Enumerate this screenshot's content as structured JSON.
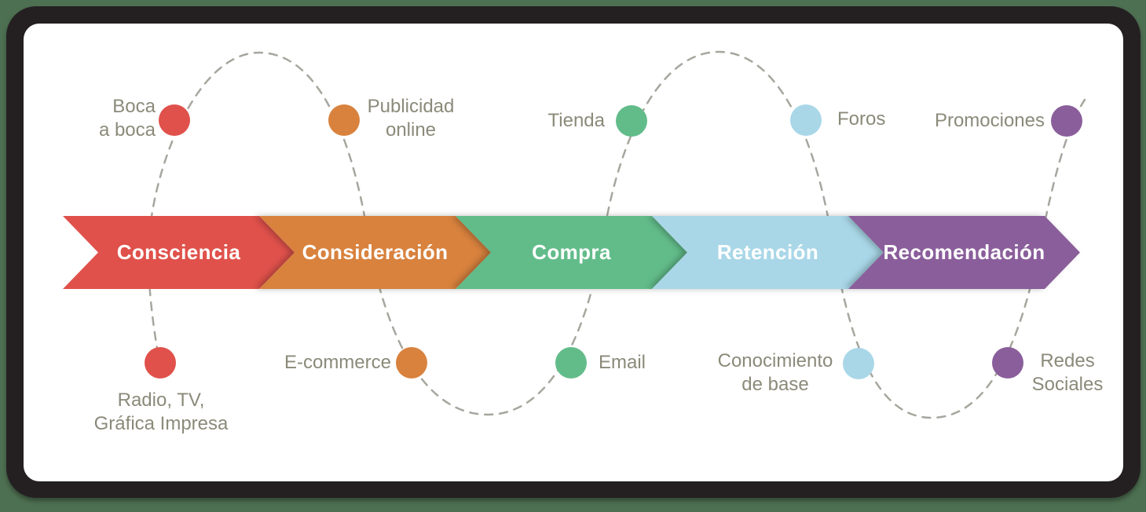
{
  "diagram_type": "customer-journey-map",
  "stages": [
    {
      "label": "Consciencia",
      "color": "#e0514b"
    },
    {
      "label": "Consideración",
      "color": "#d8823e"
    },
    {
      "label": "Compra",
      "color": "#62bc8a"
    },
    {
      "label": "Retención",
      "color": "#a9d7e8"
    },
    {
      "label": "Recomendación",
      "color": "#8a5e9b"
    }
  ],
  "touchpoints": [
    {
      "stage": "Consciencia",
      "position": "top",
      "lines": [
        "Boca",
        "a boca"
      ],
      "color": "#e0514b"
    },
    {
      "stage": "Consideración",
      "position": "top",
      "lines": [
        "Publicidad",
        "online"
      ],
      "color": "#d8823e"
    },
    {
      "stage": "Compra",
      "position": "top",
      "lines": [
        "Tienda"
      ],
      "color": "#62bc8a"
    },
    {
      "stage": "Retención",
      "position": "top",
      "lines": [
        "Foros"
      ],
      "color": "#a9d7e8"
    },
    {
      "stage": "Recomendación",
      "position": "top",
      "lines": [
        "Promociones"
      ],
      "color": "#8a5e9b"
    },
    {
      "stage": "Consciencia",
      "position": "bottom",
      "lines": [
        "Radio, TV,",
        "Gráfica Impresa"
      ],
      "color": "#e0514b"
    },
    {
      "stage": "Consideración",
      "position": "bottom",
      "lines": [
        "E-commerce"
      ],
      "color": "#d8823e"
    },
    {
      "stage": "Compra",
      "position": "bottom",
      "lines": [
        "Email"
      ],
      "color": "#62bc8a"
    },
    {
      "stage": "Retención",
      "position": "bottom",
      "lines": [
        "Conocimiento",
        "de base"
      ],
      "color": "#a9d7e8"
    },
    {
      "stage": "Recomendación",
      "position": "bottom",
      "lines": [
        "Redes",
        "Sociales"
      ],
      "color": "#8a5e9b"
    }
  ],
  "colors": {
    "page_background": "#4e7052",
    "frame_card": "#242021",
    "canvas": "#ffffff",
    "stage_text": "#ffffff",
    "touchpoint_label_text": "#8b8a7a",
    "dashed_wave": "#a7a69e"
  }
}
